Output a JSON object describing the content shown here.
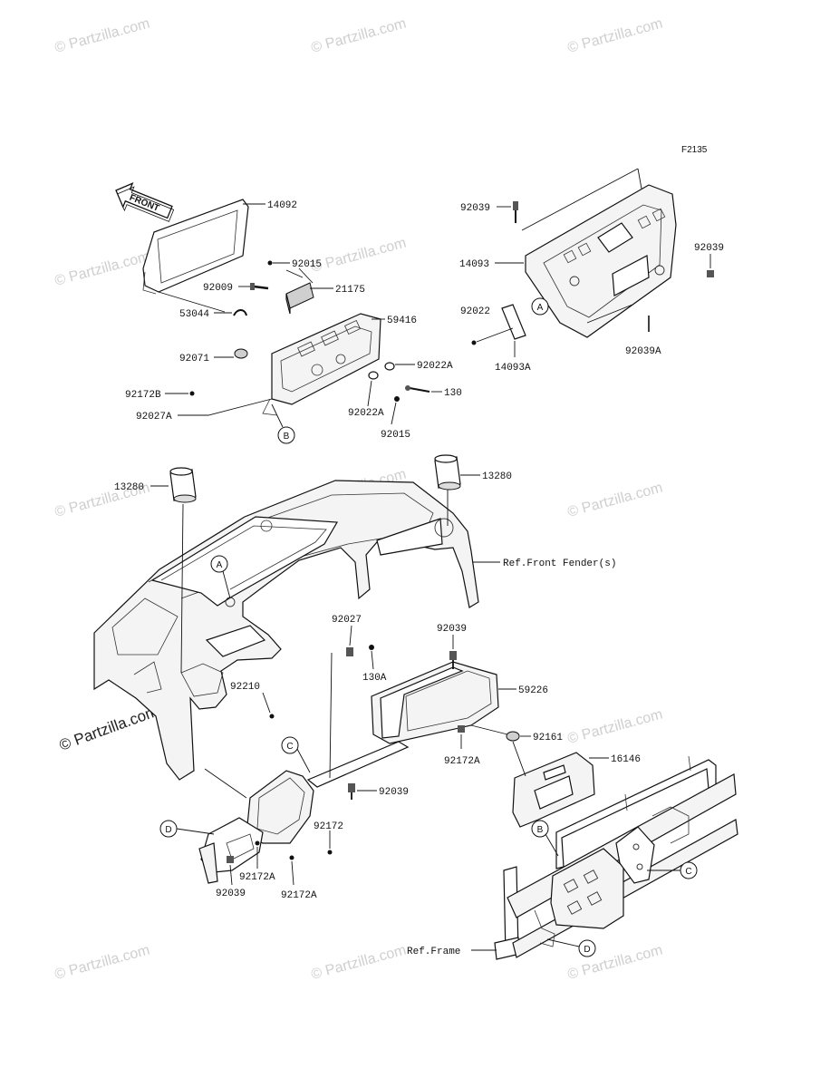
{
  "diagram_code": "F2135",
  "front_arrow_label": "FRONT",
  "watermarks": {
    "text": "© Partzilla.com",
    "main_text": "© Partzilla.com"
  },
  "ref_labels": {
    "front_fender": "Ref.Front Fender(s)",
    "frame": "Ref.Frame"
  },
  "callouts": {
    "a": "A",
    "b": "B",
    "c": "C",
    "d": "D"
  },
  "part_labels": {
    "p14092": "14092",
    "p92015_top": "92015",
    "p92009": "92009",
    "p21175": "21175",
    "p53044": "53044",
    "p59416": "59416",
    "p92071": "92071",
    "p92022a_right": "92022A",
    "p130": "130",
    "p92172b": "92172B",
    "p92027a": "92027A",
    "p92022a_bottom": "92022A",
    "p92015_bottom": "92015",
    "p92039_top_left": "92039",
    "p14093": "14093",
    "p92039_top_right": "92039",
    "p92022": "92022",
    "p14093a": "14093A",
    "p92039a": "92039A",
    "p13280_left": "13280",
    "p13280_right": "13280",
    "p92027": "92027",
    "p92039_mid": "92039",
    "p130a": "130A",
    "p92210": "92210",
    "p59226": "59226",
    "p92161": "92161",
    "p92172a_mid": "92172A",
    "p16146": "16146",
    "p92039_low": "92039",
    "p92172": "92172",
    "p92172a_left": "92172A",
    "p92039_bottom": "92039",
    "p92172a_bottom": "92172A"
  }
}
